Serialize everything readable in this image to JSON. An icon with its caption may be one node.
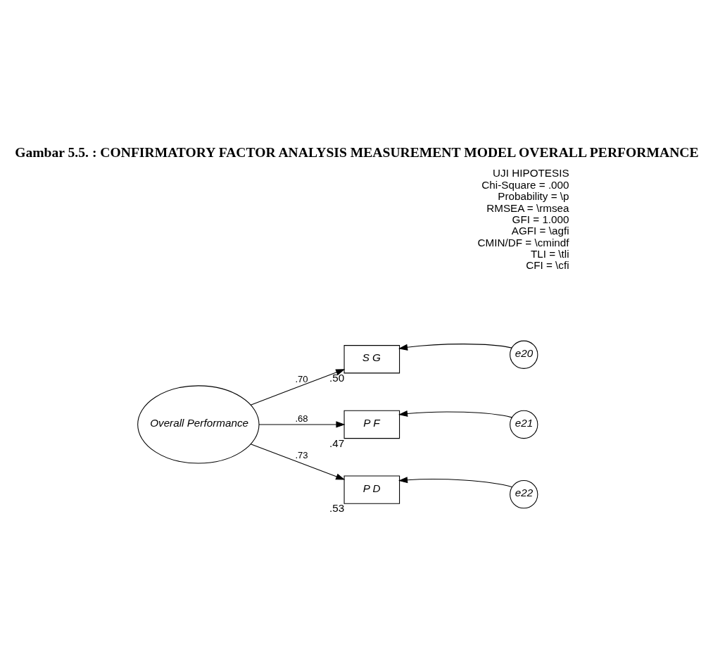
{
  "diagram": {
    "title": "Gambar 5.5. : CONFIRMATORY FACTOR ANALYSIS MEASUREMENT MODEL OVERALL PERFORMANCE",
    "nodes": [
      {
        "text": [
          "Overall Performance"
        ]
      },
      {
        "text": [
          "S G"
        ],
        "beside": [
          ".50"
        ]
      },
      {
        "text": [
          "P F"
        ],
        "beside": [
          ".47"
        ]
      },
      {
        "text": [
          "P D"
        ],
        "beside": [
          ".53"
        ]
      },
      {
        "text": [
          "e20"
        ]
      },
      {
        "text": [
          "e21"
        ]
      },
      {
        "text": [
          "e22"
        ]
      }
    ],
    "edges": [
      {
        "from": 0,
        "to": 1,
        "arrow": "to",
        "label": ".70"
      },
      {
        "from": 0,
        "to": 2,
        "arrow": "to",
        "label": ".68"
      },
      {
        "from": 0,
        "to": 3,
        "arrow": "to",
        "label": ".73"
      },
      {
        "from": 4,
        "to": 1,
        "arrow": "to"
      },
      {
        "from": 5,
        "to": 2,
        "arrow": "to"
      },
      {
        "from": 6,
        "to": 3,
        "arrow": "to"
      }
    ],
    "labels": [
      "UJI HIPOTESIS",
      "Chi-Square = .000",
      "Probability = \\p",
      "RMSEA = \\rmsea",
      "GFI = 1.000",
      "AGFI = \\agfi",
      "CMIN/DF = \\cmindf",
      "TLI = \\tli",
      "CFI = \\cfi"
    ]
  }
}
